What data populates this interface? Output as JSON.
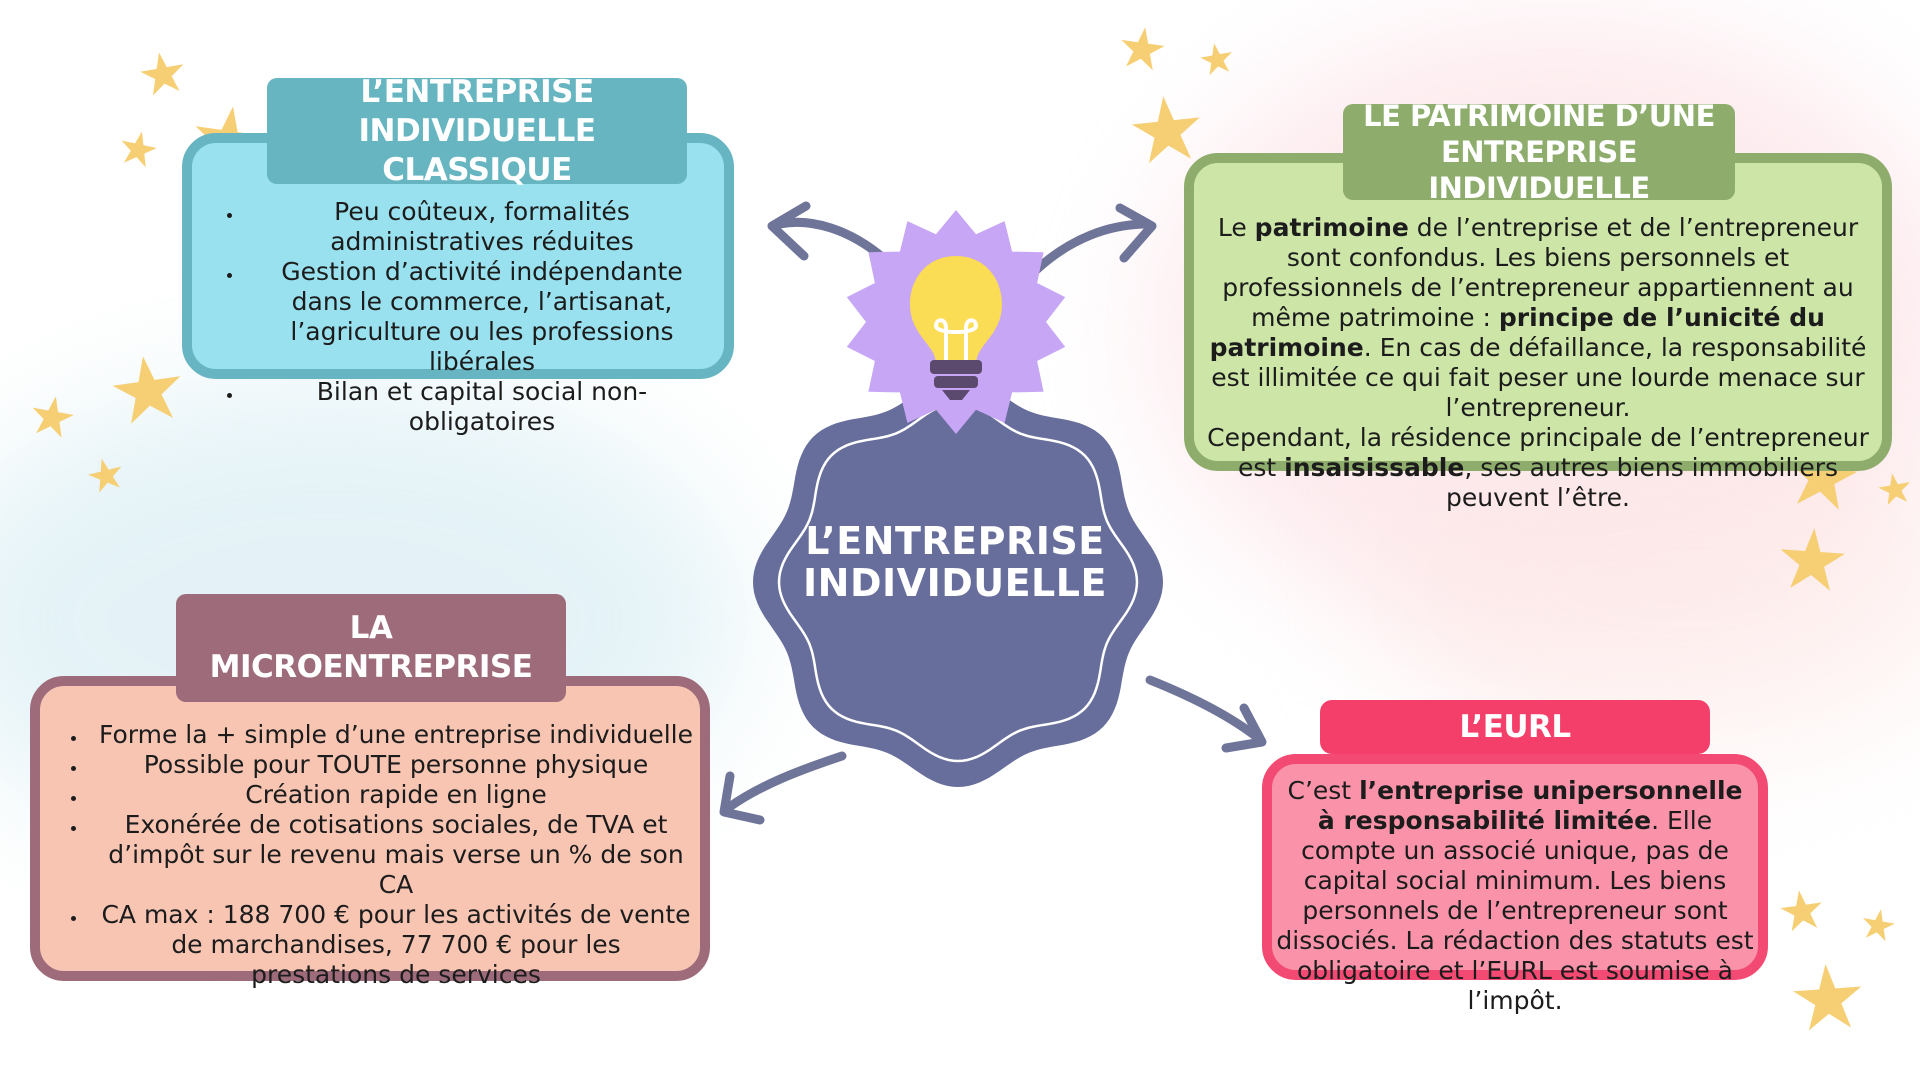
{
  "center": {
    "title_line1": "L’ENTREPRISE",
    "title_line2": "INDIVIDUELLE"
  },
  "classique": {
    "title_line1": "L’ENTREPRISE",
    "title_line2": "INDIVIDUELLE CLASSIQUE",
    "items": [
      "Peu coûteux, formalités administratives réduites",
      "Gestion d’activité indépendante dans le commerce, l’artisanat, l’agriculture ou les professions libérales",
      "Bilan et capital social non-obligatoires"
    ]
  },
  "patrimoine": {
    "title_line1": "LE PATRIMOINE D’UNE",
    "title_line2": "ENTREPRISE INDIVIDUELLE",
    "p1_t1": "Le ",
    "p1_b1": "patrimoine",
    "p1_t2": " de l’entreprise et de l’entrepreneur sont confondus. Les biens personnels et professionnels de l’entrepreneur appartiennent au même patrimoine : ",
    "p1_b2": "principe de l’unicité du patrimoine",
    "p1_t3": ". En cas de défaillance, la responsabilité est illimitée ce qui fait peser une lourde menace sur l’entrepreneur.",
    "p2_t1": "Cependant, la résidence principale de l’entrepreneur est ",
    "p2_b1": "insaisissable",
    "p2_t2": ", ses autres biens immobiliers peuvent l’être."
  },
  "micro": {
    "title_line1": "LA",
    "title_line2": "MICROENTREPRISE",
    "items": [
      "Forme la + simple d’une entreprise individuelle",
      "Possible pour TOUTE personne physique",
      "Création rapide en ligne",
      "Exonérée de cotisations sociales, de TVA et d’impôt sur le revenu mais verse un % de son CA",
      "CA max : 188 700 € pour les activités de vente de marchandises, 77 700 € pour les prestations de services"
    ]
  },
  "eurl": {
    "title": "L’EURL",
    "t1": "C’est ",
    "b1": "l’entreprise unipersonnelle à responsabilité limitée",
    "t2": ". Elle compte un associé unique, pas de capital social minimum. Les biens personnels de l’entrepreneur sont dissociés. La rédaction des statuts est obligatoire et l’EURL est soumise à l’impôt."
  },
  "icons": {
    "center": "lightbulb-icon",
    "decor": "star-icon",
    "links": "arrow-icon"
  },
  "colors": {
    "center_fill": "#676e9b",
    "burst_fill": "#c7a6f5",
    "arrow": "#6f7499",
    "star": "#f6cf74",
    "classique": "#99e1ee",
    "patrimoine": "#cde6a8",
    "micro": "#f8c5b3",
    "eurl": "#fa93a9"
  }
}
